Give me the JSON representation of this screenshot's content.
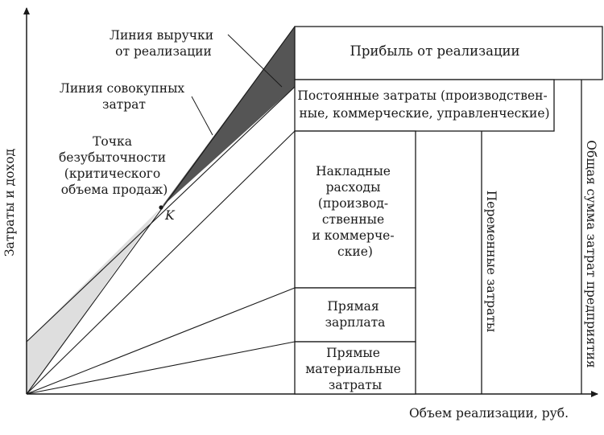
{
  "axes": {
    "y_label": "Затраты и доход",
    "x_label": "Объем реализации, руб."
  },
  "labels": {
    "revenue_line": [
      "Линия выручки",
      "от реализации"
    ],
    "total_cost_line": [
      "Линия совокупных",
      "затрат"
    ],
    "breakeven": [
      "Точка",
      "безубыточности",
      "(критического",
      "объема продаж)"
    ],
    "breakeven_point": "K"
  },
  "boxes": {
    "profit": "Прибыль от реализации",
    "fixed_costs": [
      "Постоянные затраты (производствен-",
      "ные, коммерческие, управленческие)"
    ],
    "overhead": [
      "Накладные",
      "расходы",
      "(производ-",
      "ственные",
      "и коммерче-",
      "ские)"
    ],
    "direct_wages": [
      "Прямая",
      "зарплата"
    ],
    "direct_materials": [
      "Прямые",
      "материальные",
      "затраты"
    ],
    "variable_costs": "Переменные затраты",
    "total_costs": "Общая сумма затрат предприятия"
  },
  "colors": {
    "ink": "#1a1a1a",
    "profit_fill": "#555555",
    "loss_fill": "#dedede"
  }
}
